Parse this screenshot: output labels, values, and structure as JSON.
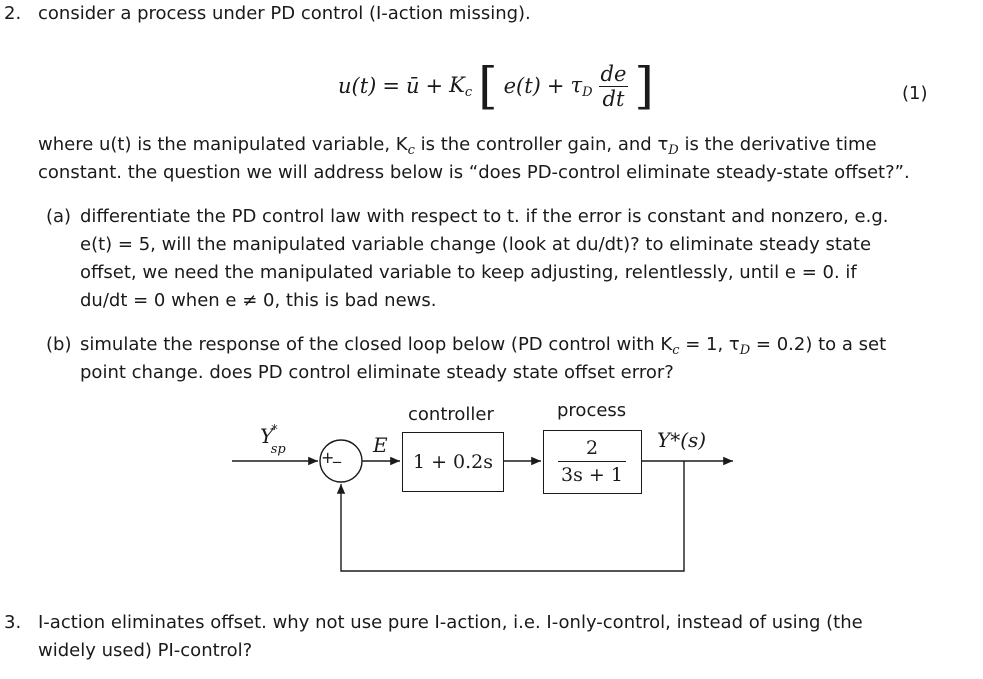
{
  "q2": {
    "number": "2.",
    "heading": "consider a process under PD control (I-action missing).",
    "equation": {
      "lhs": "u(t)",
      "eq": "=",
      "ubar": "ū",
      "plus": "+",
      "kc": "K",
      "kc_sub": "c",
      "et": "e(t)",
      "plus2": "+",
      "tau": "τ",
      "tau_sub": "D",
      "num": "de",
      "den": "dt",
      "tag": "(1)"
    },
    "where_line1": "where u(t) is the manipulated variable, K",
    "where_line1_sub": "c",
    "where_line1_b": " is the controller gain, and τ",
    "where_line1_sub2": "D",
    "where_line1_c": " is the derivative time",
    "where_line2": "constant. the question we will address below is “does PD-control eliminate steady-state offset?”.",
    "part_a": {
      "label": "(a)",
      "line1": "differentiate the PD control law with respect to t. if the error is constant and nonzero, e.g.",
      "line2": "e(t) = 5, will the manipulated variable change (look at du/dt)? to eliminate steady state",
      "line3": "offset, we need the manipulated variable to keep adjusting, relentlessly, until e = 0. if",
      "line4": "du/dt = 0 when e ≠ 0, this is bad news."
    },
    "part_b": {
      "label": "(b)",
      "line1": "simulate the response of the closed loop below (PD control with K",
      "line1_sub": "c",
      "line1_b": " = 1, τ",
      "line1_sub2": "D",
      "line1_c": " = 0.2) to a set",
      "line2": "point change. does PD control eliminate steady state offset error?"
    },
    "diagram": {
      "controller_label": "controller",
      "process_label": "process",
      "input_label": "Y",
      "input_sup": "*",
      "input_sub": "sp",
      "error_label": "E",
      "controller_tf": "1 + 0.2s",
      "process_num": "2",
      "process_den": "3s + 1",
      "output_label": "Y*(s)",
      "plus_sign": "+",
      "minus_sign": "_"
    }
  },
  "q3": {
    "number": "3.",
    "line1": "I-action eliminates offset. why not use pure I-action, i.e. I-only-control, instead of using (the",
    "line2": "widely used) PI-control?"
  }
}
